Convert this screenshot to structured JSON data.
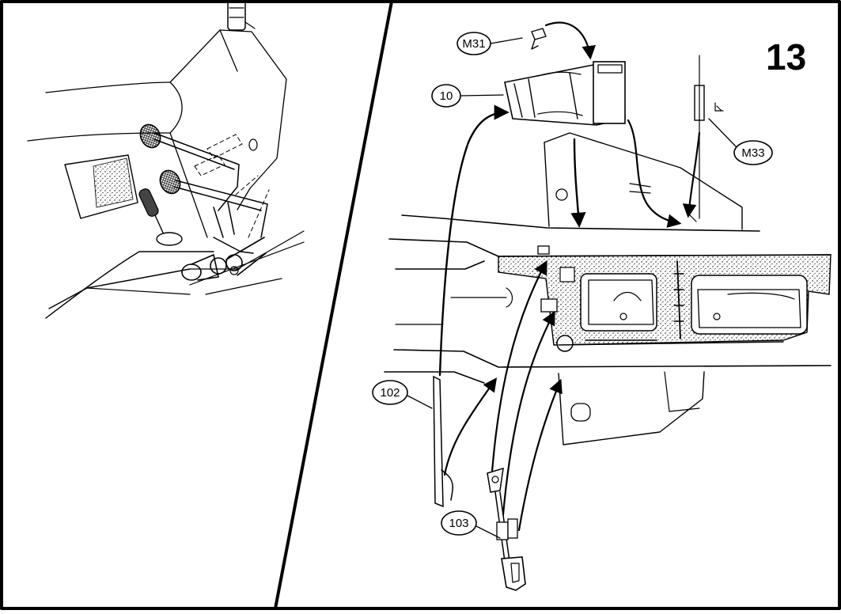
{
  "page": {
    "number": "13"
  },
  "callouts": {
    "m31": "M31",
    "p10": "10",
    "m33": "M33",
    "p102": "102",
    "p103": "103"
  },
  "colors": {
    "ink": "#000000",
    "paper": "#ffffff"
  }
}
